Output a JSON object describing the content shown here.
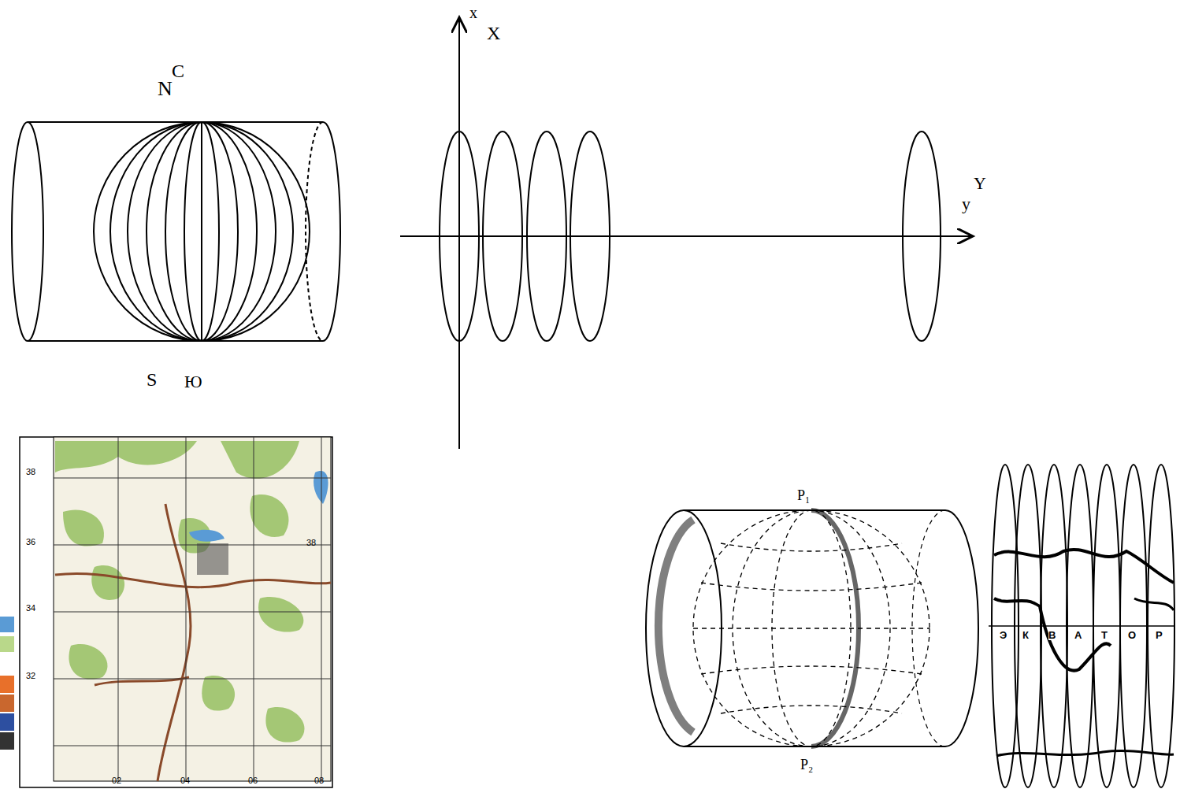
{
  "diagram": {
    "labels": [
      "С",
      "N",
      "S",
      "Ю",
      "x",
      "X",
      "y",
      "Y",
      "38",
      "36",
      "34",
      "32",
      "02",
      "04",
      "06",
      "08",
      "38",
      "P₁",
      "P₂",
      "Э",
      "К",
      "В",
      "А",
      "Т",
      "О",
      "Р"
    ]
  }
}
